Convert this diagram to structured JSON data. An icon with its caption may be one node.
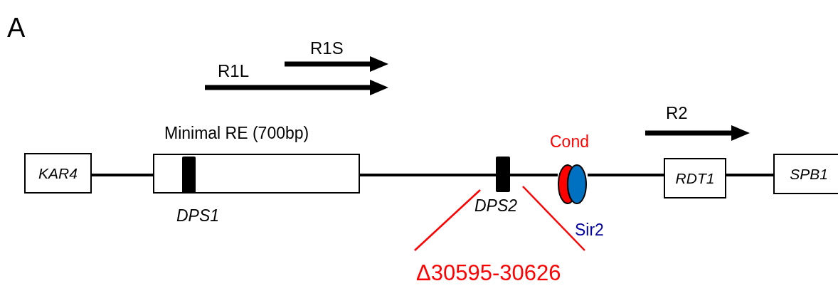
{
  "diagram": {
    "nodes": [
      {
        "text": [
          "KAR4"
        ]
      },
      {
        "text": [
          "Minimal RE (700bp)"
        ]
      },
      {
        "text": [],
        "shape": "bar",
        "in": 1,
        "beside": [
          "DPS1"
        ]
      },
      {
        "text": [],
        "shape": "bar",
        "beside": [
          "DPS2"
        ]
      },
      {
        "text": [
          "Cond"
        ]
      },
      {
        "text": [
          "Sir2"
        ]
      },
      {
        "text": [
          "RDT1"
        ]
      },
      {
        "text": [
          "SPB1"
        ]
      }
    ],
    "edges": [
      {
        "from": 0,
        "to": 1,
        "arrow": "none"
      },
      {
        "from": 1,
        "to": 3,
        "arrow": "none"
      },
      {
        "from": 3,
        "to": 4,
        "arrow": "none"
      },
      {
        "from": 5,
        "to": 6,
        "arrow": "none"
      },
      {
        "from": 6,
        "to": 7,
        "arrow": "none"
      }
    ],
    "labels": [
      "A",
      "R1S",
      "R1L",
      "R2",
      "Δ30595-30626"
    ]
  }
}
